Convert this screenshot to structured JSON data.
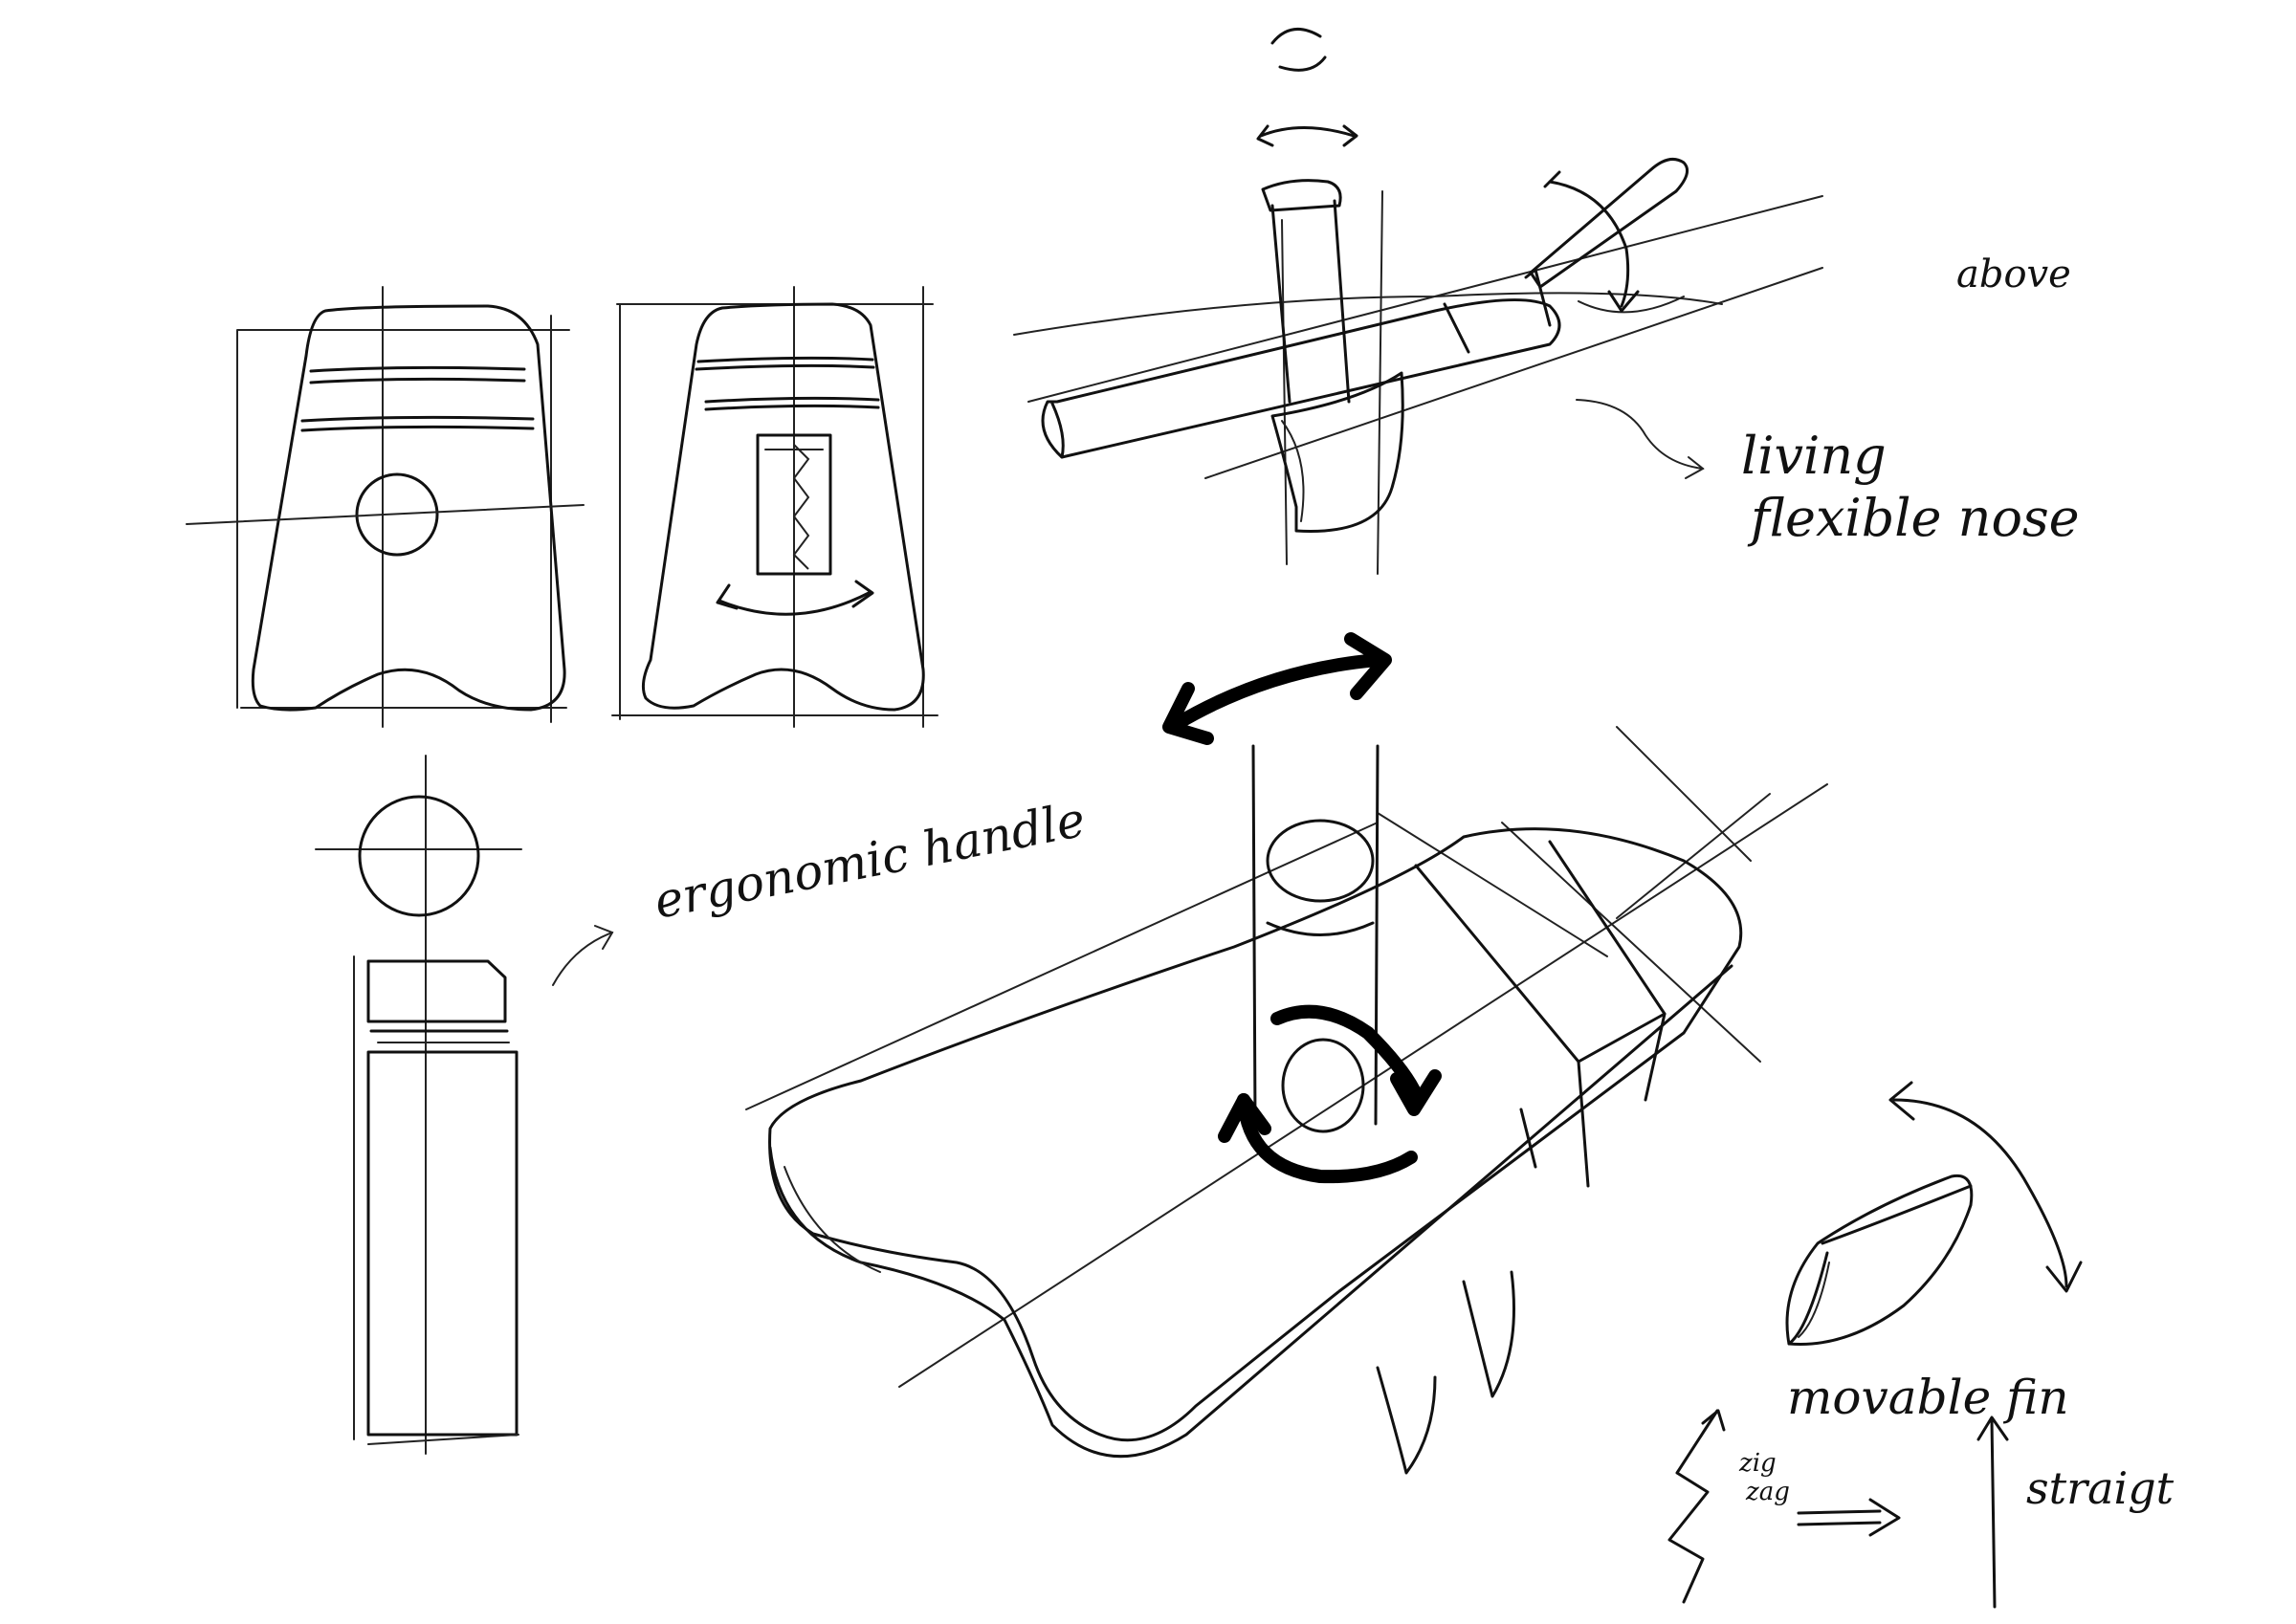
{
  "labels": {
    "above": "above",
    "nose_line1": "living",
    "nose_line2": "flexible nose",
    "handle": "ergonomic handle",
    "fin": "movable fin",
    "zig_line1": "zig",
    "zig_line2": "zag",
    "straight": "straigt"
  }
}
